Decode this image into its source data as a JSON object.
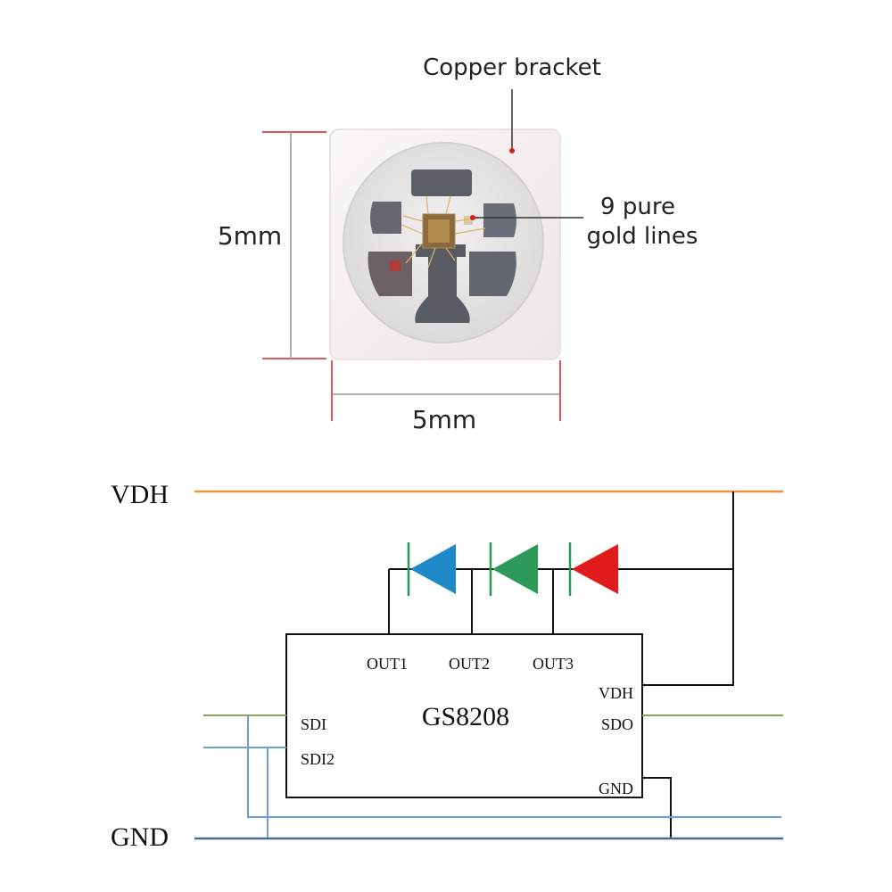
{
  "led": {
    "label_copper": "Copper bracket",
    "label_gold_line1": "9 pure",
    "label_gold_line2": "gold lines",
    "dim_height": "5mm",
    "dim_width": "5mm"
  },
  "circuit": {
    "rail_vdh": "VDH",
    "rail_gnd": "GND",
    "chip_name": "GS8208",
    "pins": {
      "out1": "OUT1",
      "out2": "OUT2",
      "out3": "OUT3",
      "vdh": "VDH",
      "sdo": "SDO",
      "sdi": "SDI",
      "sdi2": "SDI2",
      "gnd": "GND"
    },
    "diode_colors": {
      "blue": "#1e88c8",
      "green": "#2e9a5a",
      "red": "#e11b1b"
    },
    "wire_colors": {
      "vdh": "#f0923a",
      "sdi": "#8aa35a",
      "sdi2": "#6aa0d8",
      "gnd": "#4a6a8a"
    }
  }
}
